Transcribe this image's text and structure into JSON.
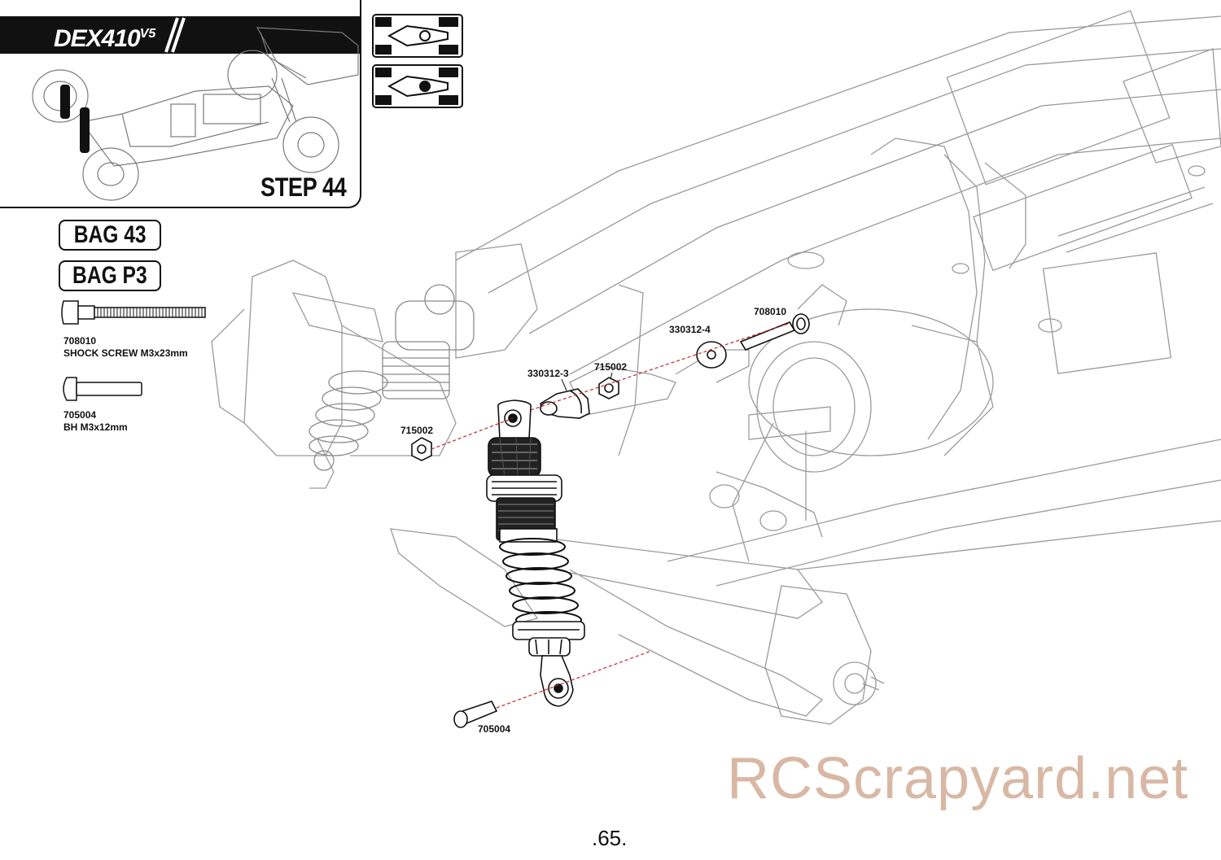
{
  "header": {
    "brand": "DEX410",
    "brand_version": "V5",
    "step_title": "STEP 44"
  },
  "bags": [
    "BAG 43",
    "BAG P3"
  ],
  "parts": [
    {
      "code": "708010",
      "name": "SHOCK SCREW M3x23mm"
    },
    {
      "code": "705004",
      "name": "BH M3x12mm"
    }
  ],
  "callouts": {
    "c708010": "708010",
    "c330312_4": "330312-4",
    "c330312_3": "330312-3",
    "c715002_a": "715002",
    "c715002_b": "715002",
    "c705004": "705004"
  },
  "watermark": "RCScrapyard.net",
  "page_number": ".65.",
  "colors": {
    "line": "#111111",
    "faint_line": "#9a9a9a",
    "guide": "#cc2222",
    "watermark": "#d8b8a4"
  }
}
